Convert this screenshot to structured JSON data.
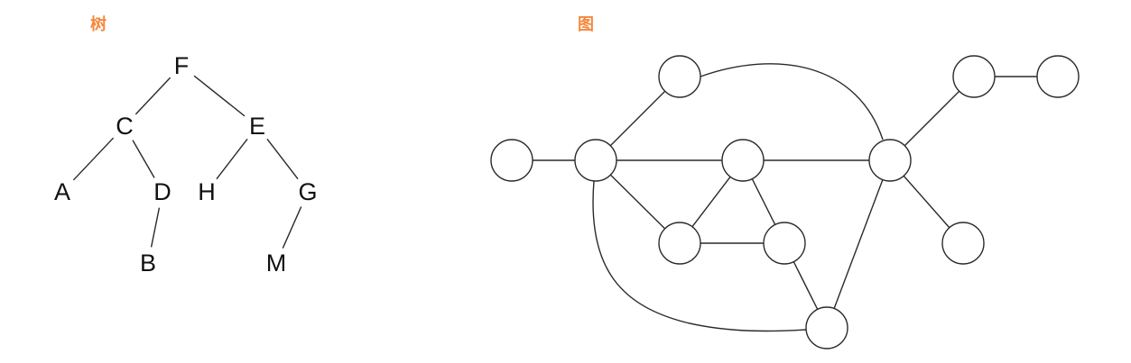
{
  "colors": {
    "title": "#f5883c",
    "line": "#2a2a2a"
  },
  "tree": {
    "title": "树",
    "nodes": [
      {
        "id": "F",
        "label": "F"
      },
      {
        "id": "C",
        "label": "C"
      },
      {
        "id": "E",
        "label": "E"
      },
      {
        "id": "A",
        "label": "A"
      },
      {
        "id": "D",
        "label": "D"
      },
      {
        "id": "H",
        "label": "H"
      },
      {
        "id": "G",
        "label": "G"
      },
      {
        "id": "B",
        "label": "B"
      },
      {
        "id": "M",
        "label": "M"
      }
    ],
    "edges": [
      [
        "F",
        "C"
      ],
      [
        "F",
        "E"
      ],
      [
        "C",
        "A"
      ],
      [
        "C",
        "D"
      ],
      [
        "E",
        "H"
      ],
      [
        "E",
        "G"
      ],
      [
        "D",
        "B"
      ],
      [
        "G",
        "M"
      ]
    ]
  },
  "graph": {
    "title": "图",
    "nodes": [
      "n1",
      "n2",
      "n3",
      "n4",
      "n5",
      "n6",
      "n7",
      "n8",
      "n9",
      "n10",
      "n11"
    ],
    "edges": [
      [
        "n2",
        "n3"
      ],
      [
        "n3",
        "n1"
      ],
      [
        "n3",
        "n4"
      ],
      [
        "n4",
        "n5"
      ],
      [
        "n3",
        "n6"
      ],
      [
        "n6",
        "n4"
      ],
      [
        "n6",
        "n7"
      ],
      [
        "n4",
        "n7"
      ],
      [
        "n7",
        "n8"
      ],
      [
        "n8",
        "n5"
      ],
      [
        "n1",
        "n5"
      ],
      [
        "n5",
        "n9"
      ],
      [
        "n9",
        "n10"
      ],
      [
        "n5",
        "n11"
      ],
      [
        "n3",
        "n8"
      ]
    ]
  }
}
